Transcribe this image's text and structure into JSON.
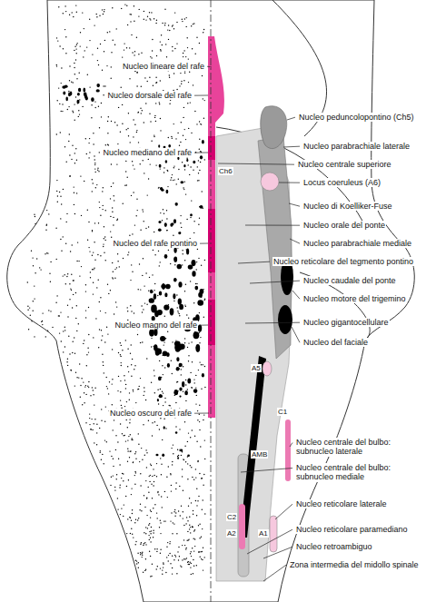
{
  "diagram": {
    "labels": [
      "Nucleo lineare del rafe",
      "Nucleo dorsale del rafe",
      "Nucleo mediano del rafe",
      "Nucleo del rafe pontino",
      "Nucleo magno del rafe",
      "Nucleo oscuro del rafe",
      "Nucleo peduncolopontino (Ch5)",
      "Nucleo parabrachiale laterale",
      "Nucleo centrale superiore",
      "Locus coeruleus (A6)",
      "Nucleo di Koelliker-Fuse",
      "Nucleo orale del ponte",
      "Nucleo parabrachiale mediale",
      "Nucleo reticolare del tegmento pontino",
      "Nucleo caudale del ponte",
      "Nucleo motore del trigemino",
      "Nucleo gigantocellulare",
      "Nucleo del faciale",
      "Nucleo centrale del bulbo: subnucleo laterale",
      "Nucleo centrale del bulbo: subnucleo mediale",
      "Nucleo reticolare laterale",
      "Nucleo reticolare paramediano",
      "Nucleo retroambiguo",
      "Zona intermedia del midollo spinale",
      "Ch6",
      "A5",
      "C1",
      "AMB",
      "C2",
      "A2",
      "A1"
    ]
  }
}
